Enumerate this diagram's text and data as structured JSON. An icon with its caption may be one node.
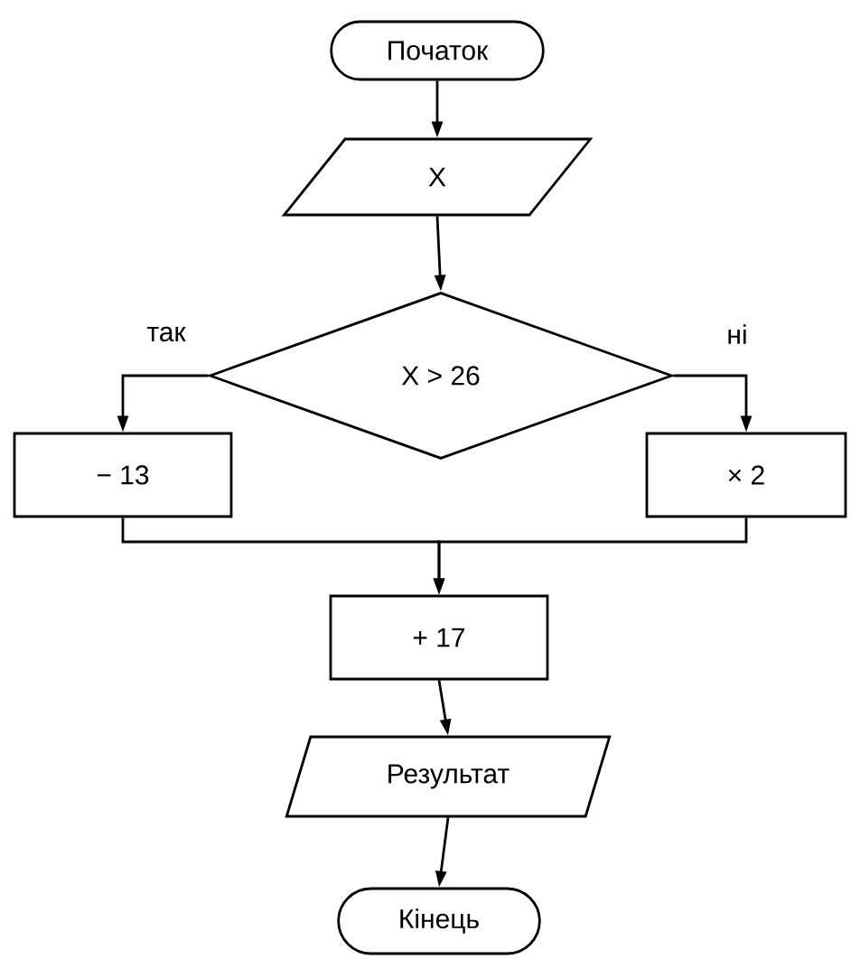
{
  "diagram": {
    "nodes": [
      {
        "text": [
          "Початок"
        ]
      },
      {
        "text": [
          "X"
        ]
      },
      {
        "text": [
          "X > 26"
        ]
      },
      {
        "text": [
          "− 13"
        ]
      },
      {
        "text": [
          "× 2"
        ]
      },
      {
        "text": [
          "+ 17"
        ]
      },
      {
        "text": [
          "Результат"
        ]
      },
      {
        "text": [
          "Кінець"
        ]
      }
    ],
    "edges": [
      {
        "from": 0,
        "to": 1,
        "arrow": "to"
      },
      {
        "from": 1,
        "to": 2,
        "arrow": "to"
      },
      {
        "from": 2,
        "to": 3,
        "arrow": "to",
        "label": "так"
      },
      {
        "from": 2,
        "to": 4,
        "arrow": "to",
        "label": "ні"
      },
      {
        "from": 3,
        "to": 5,
        "arrow": "to"
      },
      {
        "from": 4,
        "to": 5,
        "arrow": "to"
      },
      {
        "from": 5,
        "to": 6,
        "arrow": "to"
      },
      {
        "from": 6,
        "to": 7,
        "arrow": "to"
      }
    ]
  }
}
